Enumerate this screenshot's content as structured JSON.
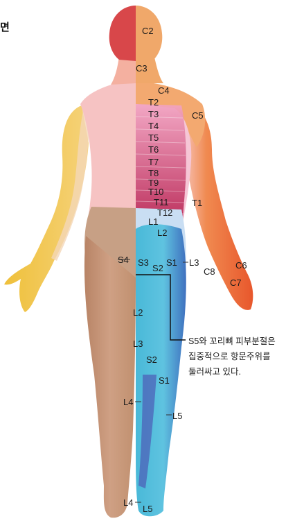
{
  "title_fragment": "면",
  "colors": {
    "head_left": "#d8474a",
    "head_right": "#f0a86a",
    "upper_right": "#f3a970",
    "upper_left": "#f6c3c3",
    "arm_left_outer": "#f1c240",
    "arm_left_inner": "#f4cfa0",
    "arm_right": "#ef7a3e",
    "arm_right_inner": "#f6cbd3",
    "thoracic": "#d24e7e",
    "lumbar": "#b9d4f0",
    "sacral_left": "#c7a085",
    "leg_left": "#c39070",
    "leg_right": "#49b9d8",
    "leg_right_dark": "#4e61b8"
  },
  "dermatome_labels": {
    "c2": "C2",
    "c3": "C3",
    "c4": "C4",
    "c5": "C5",
    "c6": "C6",
    "c7": "C7",
    "c8": "C8",
    "t1": "T1",
    "t2": "T2",
    "t3": "T3",
    "t4": "T4",
    "t5": "T5",
    "t6": "T6",
    "t7": "T7",
    "t8": "T8",
    "t9": "T9",
    "t10": "T10",
    "t11": "T11",
    "t12": "T12",
    "l1": "L1",
    "l2": "L2",
    "l2_thigh": "L2",
    "l3": "L3",
    "l3_thigh": "L3",
    "l4_calf": "L4",
    "l4_foot": "L4",
    "l5_calf": "L5",
    "l5_foot": "L5",
    "s1": "S1",
    "s1_thigh": "S1",
    "s2": "S2",
    "s2_thigh": "S2",
    "s3": "S3",
    "s4": "S4"
  },
  "caption": {
    "line1": "S5와 꼬리뼈 피부분절은",
    "line2": "집중적으로 항문주위를",
    "line3": "둘러싸고 있다."
  }
}
